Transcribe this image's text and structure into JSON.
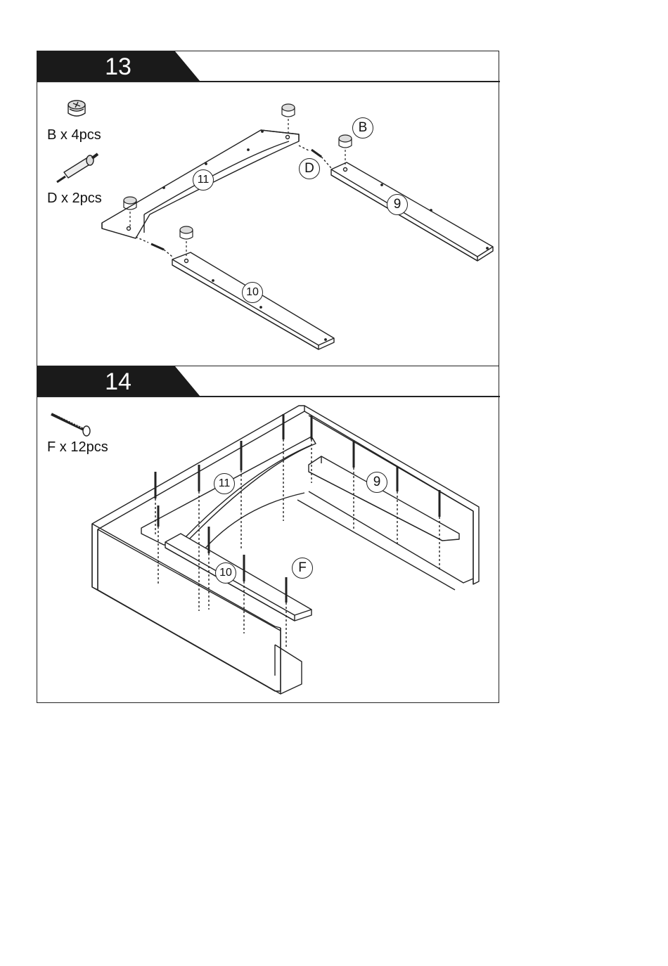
{
  "steps": [
    {
      "number": "13",
      "hardware": [
        {
          "label": "B x 4pcs",
          "icon": "cam-lock-icon"
        },
        {
          "label": "D x 2pcs",
          "icon": "cam-bolt-icon"
        }
      ],
      "callouts": {
        "part_11": "11",
        "part_9": "9",
        "part_10": "10",
        "hw_b": "B",
        "hw_d": "D"
      }
    },
    {
      "number": "14",
      "hardware": [
        {
          "label": "F x 12pcs",
          "icon": "screw-icon"
        }
      ],
      "callouts": {
        "part_11": "11",
        "part_9": "9",
        "part_10": "10",
        "hw_f": "F"
      }
    }
  ]
}
